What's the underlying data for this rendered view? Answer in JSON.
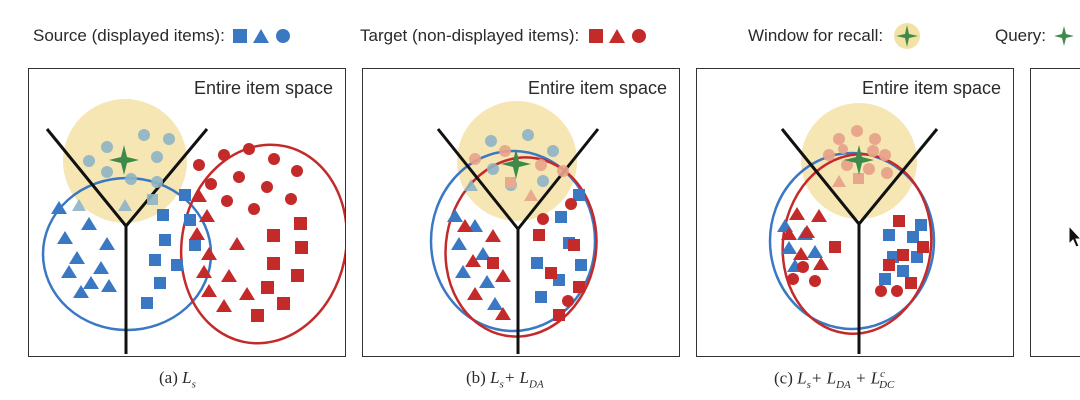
{
  "legend": {
    "source_label": "Source (displayed items):",
    "target_label": "Target (non-displayed items):",
    "window_label": "Window for recall:",
    "query_label": "Query:"
  },
  "panels": [
    {
      "space_label": "Entire item space",
      "caption_prefix": "(a) ",
      "caption_main": "L",
      "caption_sub": "s",
      "caption_rest": ""
    },
    {
      "space_label": "Entire item space",
      "caption_prefix": "(b) ",
      "caption_main": "L",
      "caption_sub": "s",
      "caption_rest": "+ L",
      "caption_sub2": "DA"
    },
    {
      "space_label": "Entire item space",
      "caption_prefix": "(c) ",
      "caption_main": "L",
      "caption_sub": "s",
      "caption_rest": "+ L",
      "caption_sub2": "DA",
      "caption_rest2": " + L",
      "caption_sub3": "DC",
      "caption_sup3": "c"
    }
  ],
  "colors": {
    "source": "#3a78c4",
    "target": "#c42a2a",
    "window": "#f3e2a6",
    "query": "#3d8a4a"
  }
}
